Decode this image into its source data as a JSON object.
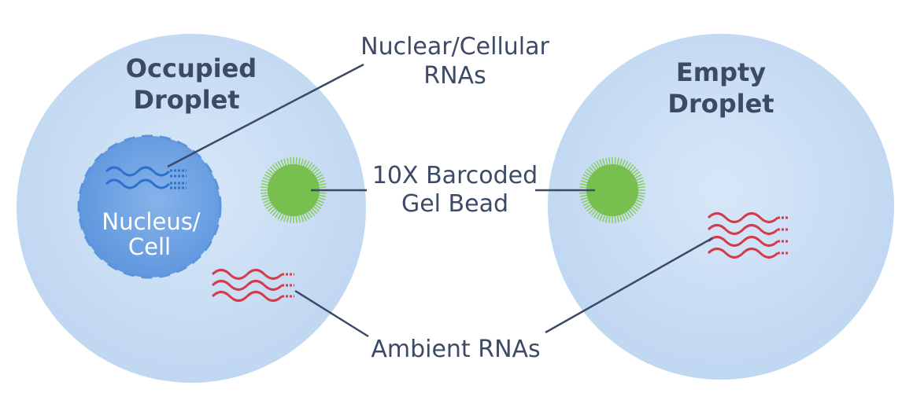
{
  "droplets": {
    "occupied": {
      "title_line1": "Occupied",
      "title_line2": "Droplet"
    },
    "empty": {
      "title_line1": "Empty",
      "title_line2": "Droplet"
    }
  },
  "nucleus": {
    "line1": "Nucleus/",
    "line2": "Cell"
  },
  "labels": {
    "nuclear_rnas_line1": "Nuclear/Cellular",
    "nuclear_rnas_line2": "RNAs",
    "gel_bead_line1": "10X Barcoded",
    "gel_bead_line2": "Gel Bead",
    "ambient": "Ambient RNAs"
  },
  "colors": {
    "droplet_fill": "#c7dcf3",
    "droplet_edge": "#bdd4ee",
    "nucleus_fill": "#6fa4e3",
    "nucleus_edge": "#5a94dc",
    "nuclear_rna": "#2f6fcf",
    "ambient_rna": "#d23b47",
    "bead_fill": "#77bf4f",
    "bead_spike": "#8acd62",
    "leader_line": "#3c4a66",
    "label_text": "#3c4a66"
  }
}
